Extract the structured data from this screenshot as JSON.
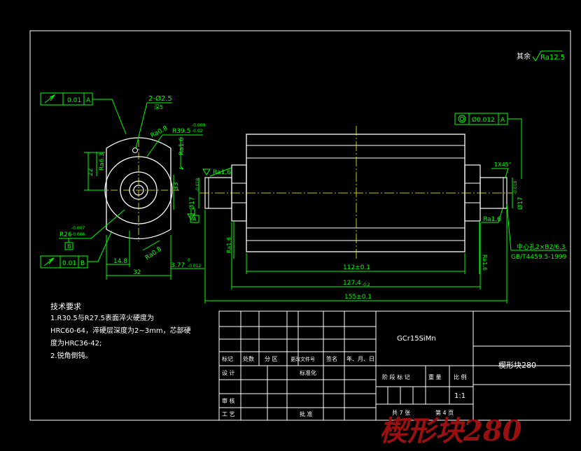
{
  "roughness_other": {
    "prefix": "其余",
    "value": "Ra12.5"
  },
  "left_view": {
    "runout_tol": "0.01",
    "runout_datum": "A",
    "runout2_tol": "0.01",
    "runout2_datum": "B",
    "hole": "2-Ø2.5",
    "hole_depth": "深5",
    "r_outer": "R39.5",
    "r_outer_tol_up": "-0.009",
    "r_outer_tol_dn": "-0.02",
    "r_inner": "R26",
    "r_inner_tol_up": "-0.007",
    "r_inner_tol_dn": "-0.066",
    "ra_top": "Ra0.8",
    "ra_right": "Ra1.6",
    "ra_left": "Ra6.3",
    "ra_bottom": "Ra0.8",
    "dim_22": "22",
    "dim_33": "33",
    "dim_14_8": "14.8",
    "dim_32": "32",
    "dim_3_77": "3.77",
    "dim_3_77_tol_up": "0",
    "dim_3_77_tol_dn": "-0.012",
    "datum_b": "B"
  },
  "main_view": {
    "ra_left_top": "Ra1.6",
    "ra_left_side": "Ra1.6",
    "ra_right_bottom": "Ra1.6",
    "ra_right_side": "Ra1.6",
    "dia_left": "Ø17",
    "dia_left_tol": "-0.018",
    "datum_a": "A",
    "dia_right": "Ø17",
    "dia_right_tol": "-0.018",
    "chamfer": "1X45°",
    "concentricity_tol": "Ø0.012",
    "concentricity_datum": "A",
    "center_hole": "中心孔2×B2/6.3",
    "center_hole_std": "GB/T4459.5-1999",
    "dim_112": "112±0.1",
    "dim_127_4": "127.4",
    "dim_127_4_tol": "-0.2",
    "dim_155": "155±0.1"
  },
  "tech_req": {
    "title": "技术要求",
    "line1": "1.R30.5与R27.5表面淬火硬度为",
    "line2": "HRC60-64，淬硬层深度为2~3mm，芯部硬",
    "line3": "度为HRC36-42;",
    "line4": "2.锐角倒钝。"
  },
  "title_block": {
    "material": "GCr15SiMn",
    "part_name": "楔形块280",
    "h_mark": "标记",
    "h_count": "处数",
    "h_zone": "分 区",
    "h_doc": "更改文件号",
    "h_sign": "签名",
    "h_date": "年、月、日",
    "r_design": "设 计",
    "r_std": "标准化",
    "r_check": "审 核",
    "r_process": "工 艺",
    "r_approve": "批 准",
    "h_stage": "阶 段 标 记",
    "h_weight": "重 量",
    "h_scale": "比 例",
    "scale": "1:1",
    "sheets_total": "共 7 张",
    "sheet_no": "第 4 页"
  },
  "watermark": "楔形块280"
}
